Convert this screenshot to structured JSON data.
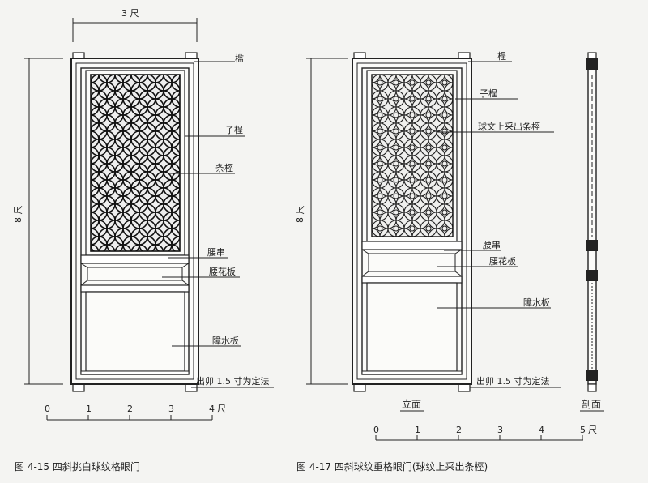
{
  "figure_left": {
    "width_label": "3 尺",
    "height_label": "8 尺",
    "labels": {
      "frame": "槛",
      "sub_frame": "子桯",
      "tiao": "条桱",
      "waist_rail": "腰串",
      "waist_panel": "腰花板",
      "bottom_panel": "障水板",
      "tenon_note": "出卯 1.5 寸为定法"
    },
    "scale": {
      "ticks": [
        "0",
        "1",
        "2",
        "3",
        "4"
      ],
      "unit": "尺"
    },
    "caption": "图 4-15   四斜挑白球纹格眼门"
  },
  "figure_right": {
    "height_label": "8 尺",
    "labels": {
      "frame": "桯",
      "sub_frame": "子桯",
      "ball_note": "球文上采出条桱",
      "waist_rail": "腰串",
      "waist_panel": "腰花板",
      "bottom_panel": "障水板",
      "tenon_note": "出卯 1.5 寸为定法"
    },
    "view_labels": {
      "elevation": "立面",
      "section": "剖面"
    },
    "scale": {
      "ticks": [
        "0",
        "1",
        "2",
        "3",
        "4",
        "5"
      ],
      "unit": "尺"
    },
    "caption": "图 4-17   四斜球纹重格眼门(球纹上采出条桱)"
  }
}
